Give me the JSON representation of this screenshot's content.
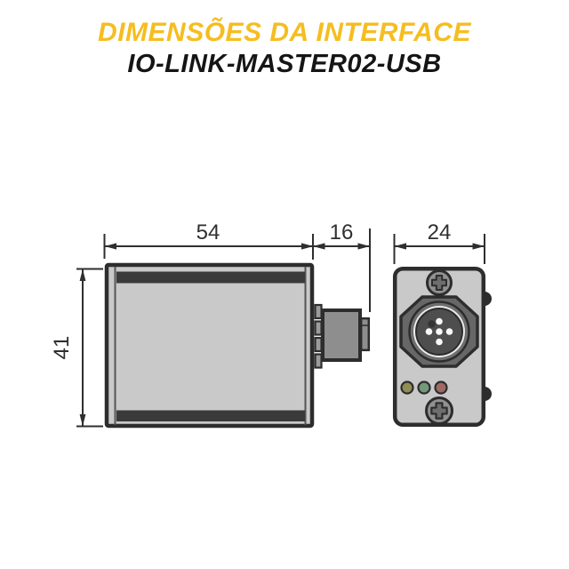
{
  "header": {
    "title": "DIMENSÕES DA INTERFACE",
    "subtitle": "IO-LINK-MASTER02-USB",
    "title_color": "#F5BD1F",
    "subtitle_color": "#151515"
  },
  "drawing": {
    "type": "technical-dimension-diagram",
    "dims": {
      "body_width": "54",
      "connector_depth": "16",
      "body_depth": "24",
      "body_height": "41"
    },
    "colors": {
      "outline": "#2d2d2d",
      "dimension_lines": "#2f2f2f",
      "body_fill": "#c9c9c9",
      "band_fill": "#3a3a3a",
      "connector_fill": "#8e8e8e",
      "flange_fill": "#9b9b9b",
      "octagon_fill": "#676767",
      "socket_ring_fill": "#6f6f6f",
      "white_ring_fill": "#ececec",
      "socket_inner_fill": "#4e4e4e",
      "pin_fill": "#f8f8f8",
      "screw_fill": "#919191",
      "screw_cross_fill": "#6e6e6e"
    },
    "leds": [
      {
        "name": "led-yellow",
        "color": "#8e8e55"
      },
      {
        "name": "led-green",
        "color": "#749879"
      },
      {
        "name": "led-red",
        "color": "#9e6a63"
      }
    ]
  }
}
